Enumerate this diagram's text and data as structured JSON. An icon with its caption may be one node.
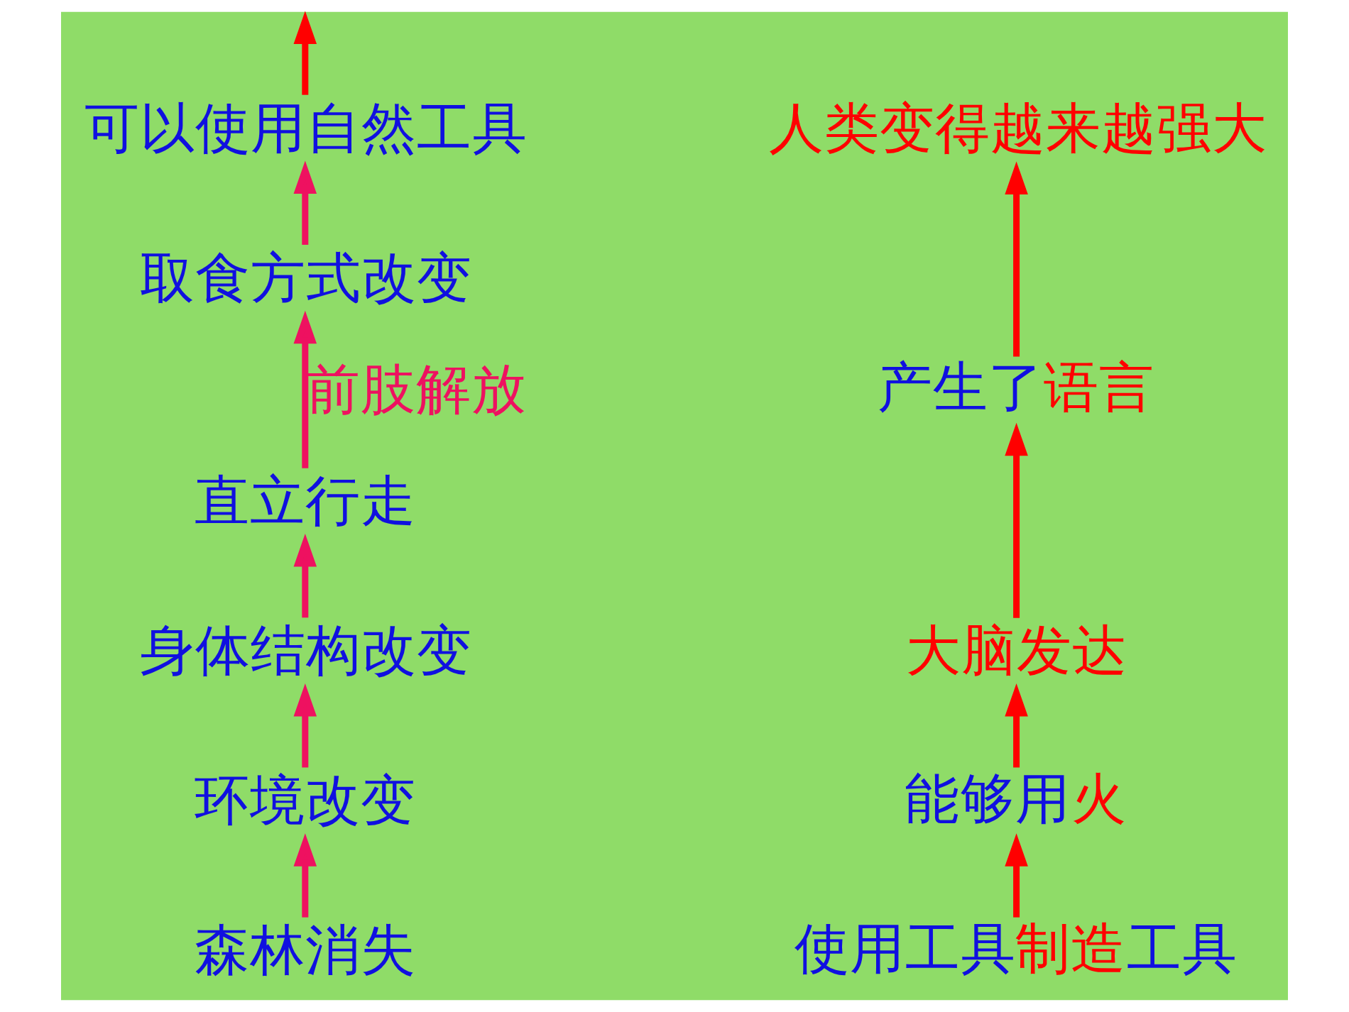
{
  "diagram": {
    "nodes": [
      {
        "text": [
          "可以使用自然工具"
        ]
      },
      {
        "text": [
          "取食方式改变"
        ]
      },
      {
        "text": [
          "直立行走"
        ]
      },
      {
        "text": [
          "身体结构改变"
        ]
      },
      {
        "text": [
          "环境改变"
        ]
      },
      {
        "text": [
          "森林消失"
        ]
      },
      {
        "text": [
          "人类变得越来越强大"
        ]
      },
      {
        "text": [
          "产生了语言"
        ]
      },
      {
        "text": [
          "大脑发达"
        ]
      },
      {
        "text": [
          "能够用火"
        ]
      },
      {
        "text": [
          "使用工具制造工具"
        ]
      }
    ],
    "edges": [
      {
        "from": 5,
        "to": 4,
        "arrow": "to"
      },
      {
        "from": 4,
        "to": 3,
        "arrow": "to"
      },
      {
        "from": 3,
        "to": 2,
        "arrow": "to"
      },
      {
        "from": 2,
        "to": 1,
        "arrow": "to",
        "label": "前肢解放"
      },
      {
        "from": 1,
        "to": 0,
        "arrow": "to"
      },
      {
        "from": 0,
        "to": null,
        "arrow": "to",
        "color": "#ff0000"
      },
      {
        "from": 10,
        "to": 9,
        "arrow": "to",
        "color": "#ff0000"
      },
      {
        "from": 9,
        "to": 8,
        "arrow": "to",
        "color": "#ff0000"
      },
      {
        "from": 8,
        "to": 7,
        "arrow": "to",
        "color": "#ff0000"
      },
      {
        "from": 7,
        "to": 6,
        "arrow": "to",
        "color": "#ff0000"
      }
    ]
  }
}
